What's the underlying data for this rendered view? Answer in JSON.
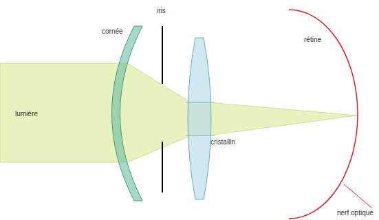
{
  "diagram": {
    "labels": [
      "lumière",
      "cornée",
      "iris",
      "cristallin",
      "rétine",
      "nerf optique"
    ]
  }
}
